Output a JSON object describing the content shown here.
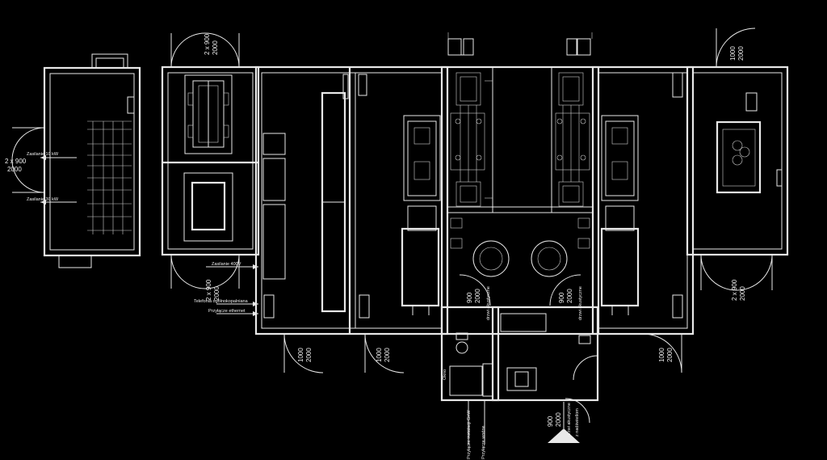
{
  "labels": {
    "door_a": "1000",
    "door_b": "2000",
    "door_dbl": "2 x 900",
    "door_c": "900",
    "acoustic_door": "drzwi akustyczne",
    "acoustic_door_threshold": "drzwi akustyczne",
    "threshold": "z nadświetlom",
    "supply_10kw": "Zasilanie 10 kW",
    "supply_30kw": "Zasilanie 30 kW",
    "supply_400v": "Zasilanie 400V",
    "telephone": "Telefonia ogólnokopalniana",
    "ethernet": "Przyłącze ethernet",
    "window": "Okno",
    "install_conn": "Przyłącze instalacji GnW",
    "water_conn": "Przyłącze wodne"
  }
}
